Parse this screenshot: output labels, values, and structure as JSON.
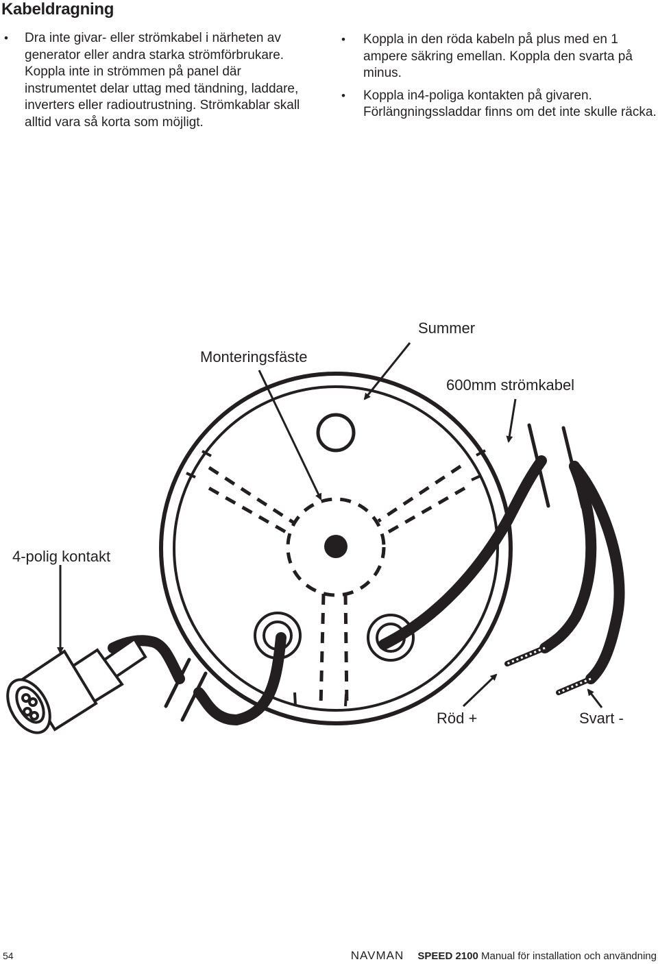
{
  "heading": "Kabeldragning",
  "left_bullets": [
    "Dra inte givar- eller strömkabel i närheten av generator eller andra starka strömförbrukare. Koppla inte in strömmen på panel där instrumentet delar uttag med tändning, laddare, inverters eller radioutrustning. Strömkablar skall alltid vara så korta som möjligt."
  ],
  "right_bullets": [
    "Koppla in den röda kabeln på plus med en 1 ampere säkring emellan. Koppla den svarta på minus.",
    "Koppla in4-poliga kontakten på givaren. Förlängningssladdar finns om det inte skulle räcka."
  ],
  "diagram": {
    "labels": {
      "summer": "Summer",
      "mounting": "Monteringsfäste",
      "cable": "600mm strömkabel",
      "connector": "4-polig kontakt",
      "red": "Röd +",
      "black": "Svart -"
    }
  },
  "footer": {
    "page": "54",
    "brand": "NAVMAN",
    "model": "SPEED 2100",
    "title": "Manual för installation och användning"
  }
}
